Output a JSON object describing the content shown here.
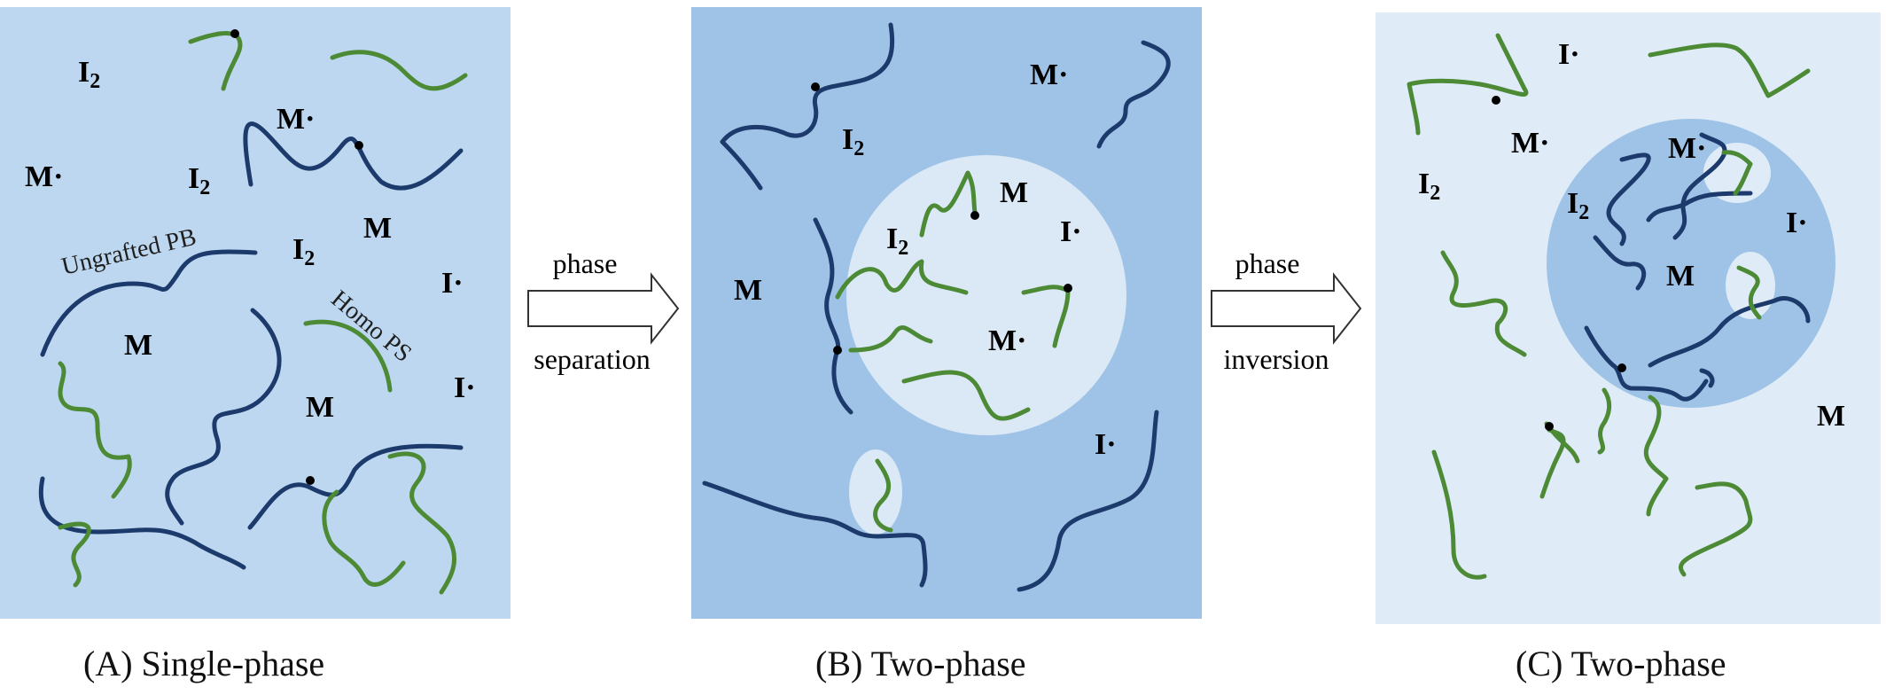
{
  "colors": {
    "panel_a_bg": "#bcd7ef",
    "panel_b_bg": "#9fc3e6",
    "panel_b_ps_domain": "#dbe9f6",
    "panel_c_bg": "#dfecf8",
    "panel_c_pb_domain": "#9fc3e6",
    "pb_chain": "#1c3a6b",
    "ps_chain": "#4d8a35"
  },
  "panels": {
    "a": {
      "caption": "(A)  Single-phase",
      "chain_labels": {
        "ungrafted_pb": "Ungrafted PB",
        "homo_ps": "Homo PS"
      }
    },
    "b": {
      "caption": "(B)  Two-phase"
    },
    "c": {
      "caption": "(C)  Two-phase"
    }
  },
  "arrows": {
    "first": {
      "top": "phase",
      "bottom": "separation"
    },
    "second": {
      "top": "phase",
      "bottom": "inversion"
    }
  },
  "species": {
    "initiator_base": "I",
    "initiator_sub": "2",
    "monomer_radical": "M·",
    "monomer": "M",
    "initiator_radical": "I·"
  }
}
